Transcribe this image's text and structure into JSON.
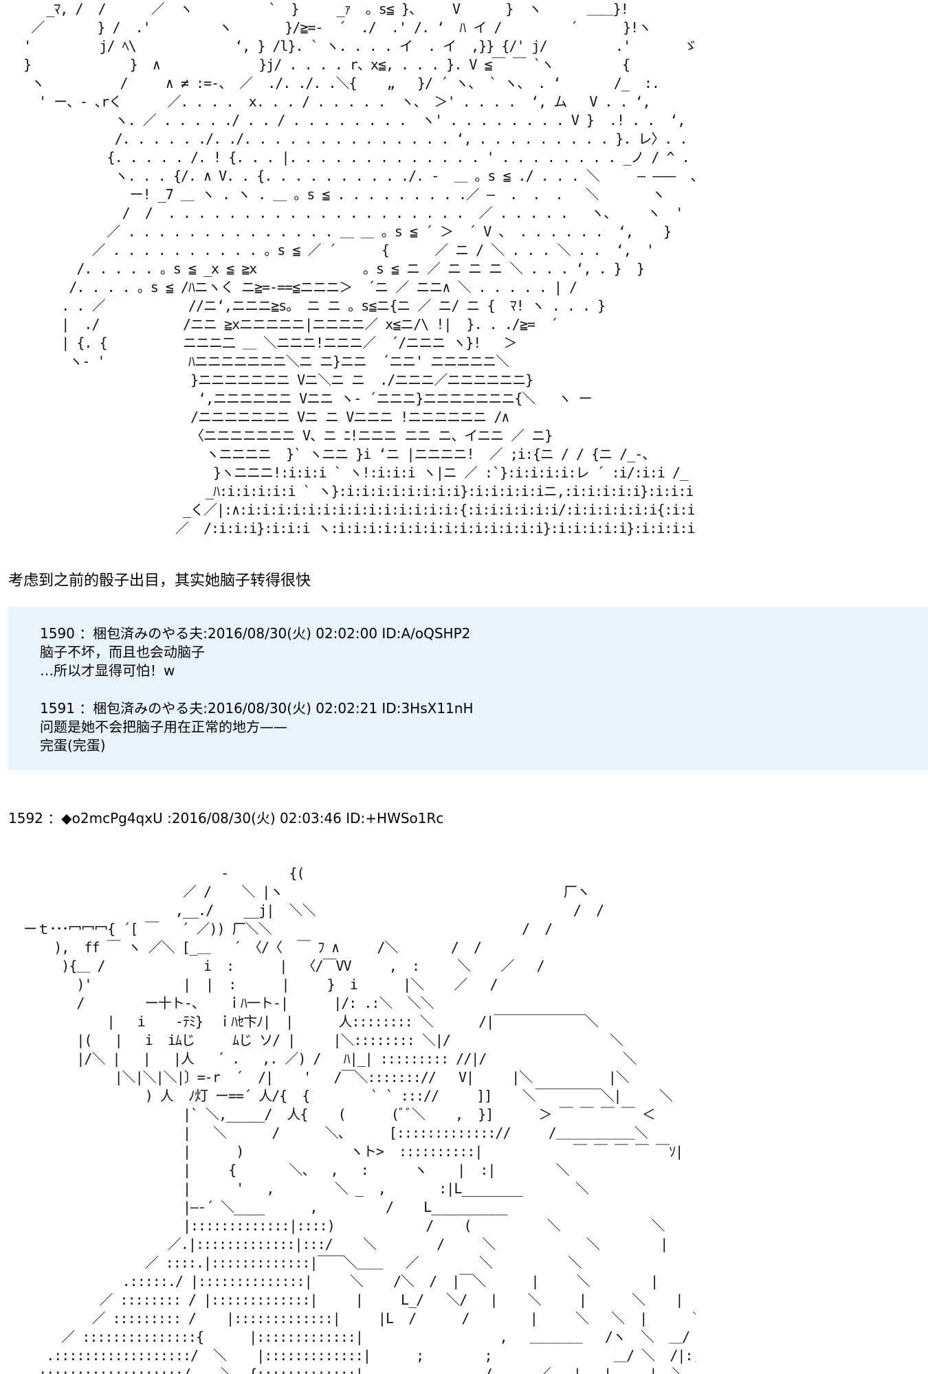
{
  "art_top": [
    "     _ﾏ, /  /      ／  ヽ          `  }     _ｧ  。s≦ }、    V      }  ヽ      ＿＿}!",
    "   ／       } /  .'         ヽ       }/≧=-  ´  ./  .' /. ‘  ﾊ イ /         ´      }!ヽ",
    "  '         j/ ﾍ\\             ‘, } /l}. ` ヽ. . . . イ  . イ  ,}} {/' j/         .'       ゞ  ‘",
    "  }             }  ∧             }j/ . . . . r、x≦, . . . }. V ≦￣ ￣ `ヽ         {           }",
    "   ヽ          /     ∧ ≠ :=-、 ／  ./. ./. .＼{    „   }/ ´ ヽ、 ` ヽ、 . ‘       /_  :.          /",
    "    ' ー、- ､rく      ／. . . .  x. . . / . . . . .  ヽ、 ＞' . . . .  ‘, ム   V . . ‘,        ｱﾊ＿＿ /",
    "              ヽ. ／ . . . . ./ . . / . . . . . . . .  ヽ' . . . . . . . . V }  .! . .  ‘,    ／",
    "              /. . . . . ./. ./. . . . . . . . . . . . . . ‘, . . . . . . . . . }. レ〉. . . . 〉",
    "             {. . . . . /. ! {. . . |. . . . . . . . . . . . . ' . . . . . . . . _ノ / ^ . . . /",
    "              ヽ. . . {/. ∧ V. . {. . . . . . . . . ./. -  ＿ 。s ≦ ./ . . . ＼     ― ―――  、イ",
    "                ー! _7 ＿ ヽ . ヽ . ＿ 。s ≦ . . . . . . . . .／ ―  .  .  .   ＼       ヽ    ヽ{",
    "               /  /  . . . . . . . . . . . . . . . . . . . .  ／ . . . . .   ヽ、    ヽ  '",
    "             ／ . . . . . . . . . . . . . . ＿ ＿ 。s ≦ ´ ＞  ´ V 、 . . . . . .  ‘,    }",
    "           ／ . . . . . . . . . . 。s ≦ ／ ´      {      ／ ニ / ＼ . . . ＼ . .  ‘,  '",
    "         /. . . . . 。s ≦ _x ≦ ≧x              。s ≦ ニ ／ ニ ニ ニ ＼ . . . ‘, . }  }           }",
    "        /. . . . 。s ≦ /ﾊニヽく ニ≧=-==≦ニニニ＞  ´ニ ／ ニニ∧ ＼ . . . . . | /",
    "       . . ／           //ニ‘,ニニニ≧s。 ニ ニ 。s≦ニ{ニ ／ ニ/ ニ {  ﾏ! ヽ . . . }",
    "       |  ./           /ニニ ≧xニニニニニ|ニニニニ／ x≦ニ/\\ !|  }. . ./≧=  ´",
    "       | {. {          ニニニ二 ＿ ＼ニニニ!ニニニ／  ´/ニニニ ヽ}!   ＞",
    "        ヽ- '           ﾊニニニニニニニ＼ニ ニ}ニニ  ´ニニ' ニニニニニ＼",
    "                        }ニニニニニニニ Vニ＼ニ ニ  ./ニニニ／ニニニニニニ}",
    "                         ‘,ニニニニニニ Vニニ ヽ- ´ニニニ}ニニニニニニニ{＼   ヽ ー",
    "                        /ニニニニニニニ Vニ ニ Vニニニ !ニニニニニニ /∧",
    "                        〈ニニニニニニニ V、ニ ﾆ!ニニニ ニニ ニ、イニニ ／ ニ}",
    "                          ヽニニニニ  }` ヽニニ }i ‘ニ |ニニニニ!  ／ ;i:{ニ / / {ニ /_-、",
    "                           }ヽニニニ!:i:i:i ` ヽ!:i:i:i ヽ|ニ ／ :`}:i:i:i:i:レ ´ :i/:i:i /_ /:i:≧‘<>-、",
    "                          _ﾊ:i:i:i:i:i ` ヽ}:i:i:i:i:i:i:i:i}:i:i:i:i:iニ,:i:i:i:i:i}:i:i:i:i:i:i:i:i:i/ :i:i/ :` ヽ:i:i:i:i:i:i ‘, {",
    "                       _く／|:∧:i:i:i:i:i:i:i:i:i:i:i:i:i:i:{:i:i:i:i:i:i/:i:i:i:i:i:i{:i:i:i:i:i:i:i:i/ :i:i:i{:i:i:i:i:i:i:i:i{:i:i:i:i:i:i:i:i /＿}",
    "                      ／  /:i:i:i}:i:i:i ヽ:i:i:i:i:i:i:i:i:i:i:i:i:i:i}:i:i:i:i:i}:i:i:i:i:i:i / :i:i:i:i:i:i:i:,:i:i:i:i / :i}:i:i:i:i:i:i / :i:i:i:i /  /"
  ],
  "narration": "考虑到之前的骰子出目，其实她脑子转得很快",
  "posts": [
    {
      "header": "1590 ：梱包済みのやる夫:2016/08/30(火) 02:02:00 ID:A/oQSHP2",
      "lines": [
        "脑子不坏，而且也会动脑子",
        "…所以才显得可怕！w"
      ]
    },
    {
      "header": "1591 ：梱包済みのやる夫:2016/08/30(火) 02:02:21 ID:3HsX11nH",
      "lines": [
        "问题是她不会把脑子用在正常的地方——",
        "完蛋(完蛋)"
      ]
    }
  ],
  "post_1592_header": "1592 ：◆o2mcPg4qxU :2016/08/30(火) 02:03:46 ID:+HWSo1Rc",
  "art_bottom": [
    "                            -        {(",
    "                       ／ /    ＼ |ヽ                                     厂ヽ",
    "                      ,__./    __j|  ＼＼                                  /  /",
    "  ーｔ･･･冖冖冖{ ´[ ￣   ´ ／)) 厂＼＼                                 /  /",
    "      ),  ff ￣ ヽ ／＼ [_＿   ´ 〈/〈  ￣ ﾌ ∧     /＼       /  /",
    "       ){＿ /             i  :      |  〈/￣VV     ,  :     ＼    ／   /",
    "         )'            |  |  :      |     }  i      |＼    ／   /",
    "         /        ー十ト-、   ｉﾊ一ト-|      |/: .:＼  ＼＼",
    "             |   i    -ﾃﾐ}  ｉﾊｾ卞ﾉ|  |      人:::::::: ＼      /|￣￣￣￣￣￣￣＼",
    "         |(   |   i  iﾑじ     ﾑじ ソ/ |     |＼:::::::: ＼|/                     ＼",
    "         |/＼ |   |   |人   ´ .   ,. ／) /   ﾊ|_| ::::::::: //|/                  ＼",
    "              |＼|＼|＼|〕=-r  ´  /|    '   /￣＼::::::://   V|     |＼          |＼",
    "                  ) 人  ﾉ灯 ー==´ 人/{  {        ` ` ::://     ]]    ＼￣￣￣￣￣＼|     ＼",
    "                       |` ＼,_____/  人{    (      (ﾞﾞ＼    ,  }]      ＞ ￣ ￣ ￣ ￣ ＜",
    "                       |   ＼      /      ＼、     [::::::::::::://     /＿＿＿＿＿＿＼",
    "                       |      )              ヽト>  ::::::::::|            ￣ ￣ ￣ ￣ ￣ｿ|",
    "                       |     {       ＼、  ,   :      ヽ    |  :|        ＼",
    "                       |      '   ,        ＼ _  ,       :|L________       ＼               i",
    "                       |―‐´ ＼____      ,         /    L__________",
    "                       |:::::::::::::|::::)            /    (          ＼            ＼        |",
    "                     ／.|:::::::::::::|:::/    ＼        /     ＼            ＼        |",
    "                  ／ ::::.|:::::::::::::|￣￣＼＿＿   ／        ＼          ＼",
    "               .:::::./ |::::::::::::::|     ＼    /＼  /  |￣＼      |     ＼        |",
    "            ／ :::::::: / |:::::::::::::|     |     L_/   ＼/   |    ＼     |      ＼    |",
    "           ／ ::::::::: /    |:::::::::::::|     |L  /      /        |     ＼   ＼  |      ＼ __/",
    "       ／ :::::::::::::::{      |:::::::::::::|                  ,   ＿＿＿＿   /ヽ  ＼  ＿/ ＼",
    "     .::::::::::::::::::/  ＼    |:::::::::::::|      ;        ;                ＿/ ＼  /|:;   |＼",
    "   .:::::::::::::::::::/    ＼  {:::::::::::::|      ‐-―‐-     /      ／   |   |     |  ＼ ;"
  ]
}
